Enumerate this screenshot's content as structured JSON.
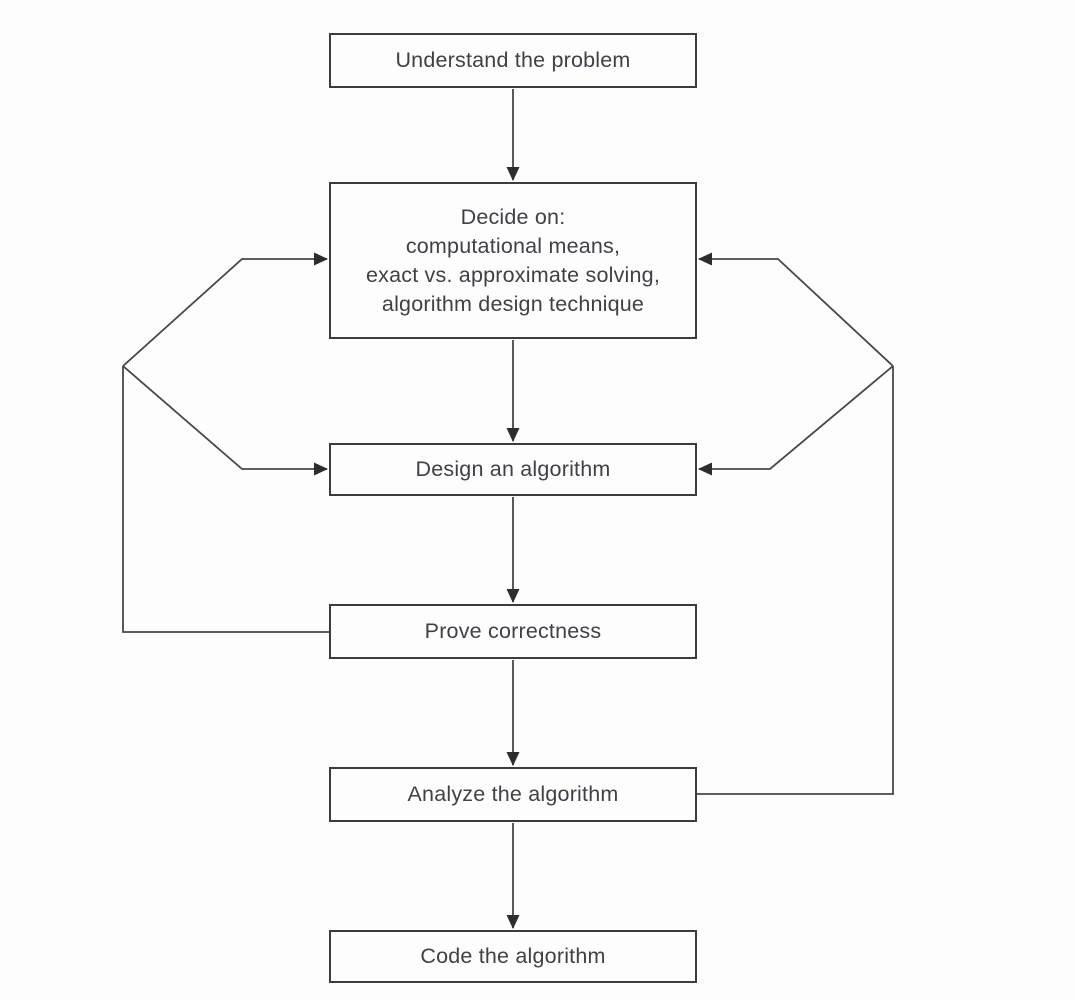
{
  "colors": {
    "line": "#474747",
    "arrowhead": "#2d2d2d",
    "border": "#3c3c3c",
    "text": "#3e4147",
    "background": "#fdfdfd"
  },
  "boxes": {
    "understand": {
      "label": "Understand the problem"
    },
    "decide": {
      "lines": [
        "Decide on:",
        "computational means,",
        "exact vs. approximate solving,",
        "algorithm design technique"
      ]
    },
    "design": {
      "label": "Design an algorithm"
    },
    "prove": {
      "label": "Prove correctness"
    },
    "analyze": {
      "label": "Analyze the algorithm"
    },
    "code": {
      "label": "Code the algorithm"
    }
  }
}
